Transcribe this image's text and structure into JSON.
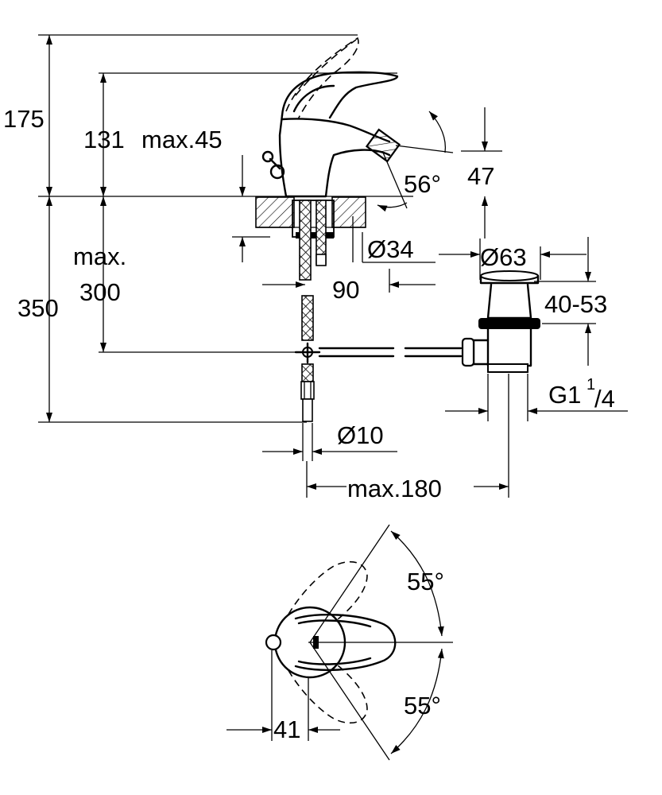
{
  "dimensions": {
    "height_total": "175",
    "height_spout": "131",
    "deck_max": "max.45",
    "angle_spout": "56°",
    "spout_offset": "47",
    "below_max": "max.",
    "below_max_value": "300",
    "below_total": "350",
    "hole_diameter": "Ø34",
    "outlet_diameter": "Ø63",
    "projection": "90",
    "waste_range": "40-53",
    "thread_prefix": "G1",
    "thread_num": "1",
    "thread_den": "/4",
    "hose_diameter": "Ø10",
    "reach_max": "max.180",
    "angle_top": "55°",
    "angle_bottom": "55°",
    "handle_offset": "41"
  }
}
